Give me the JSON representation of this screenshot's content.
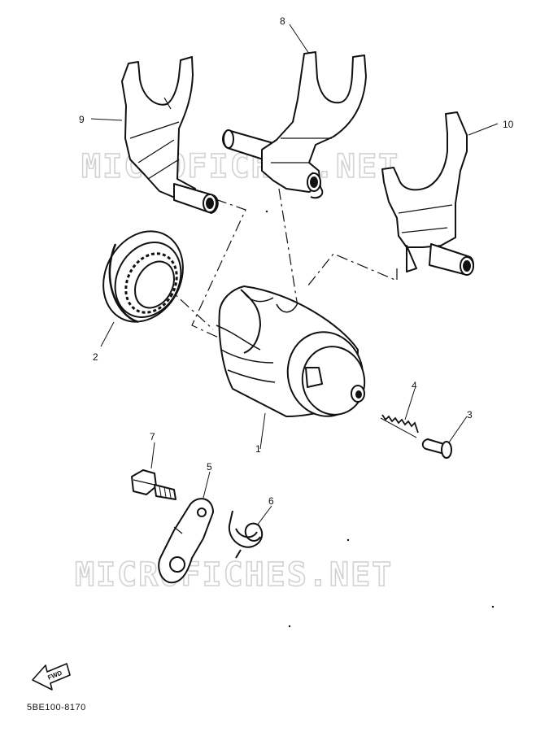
{
  "watermark": {
    "text": "MICROFICHES.NET"
  },
  "callouts": {
    "p1": "1",
    "p2": "2",
    "p3": "3",
    "p4": "4",
    "p5": "5",
    "p6": "6",
    "p7": "7",
    "p8": "8",
    "p9": "9",
    "p10": "10"
  },
  "direction_badge": "FWD",
  "diagram_code": "5BE100-8170",
  "colors": {
    "ink": "#111111",
    "watermark": "#d2d2d2",
    "background": "#ffffff"
  }
}
